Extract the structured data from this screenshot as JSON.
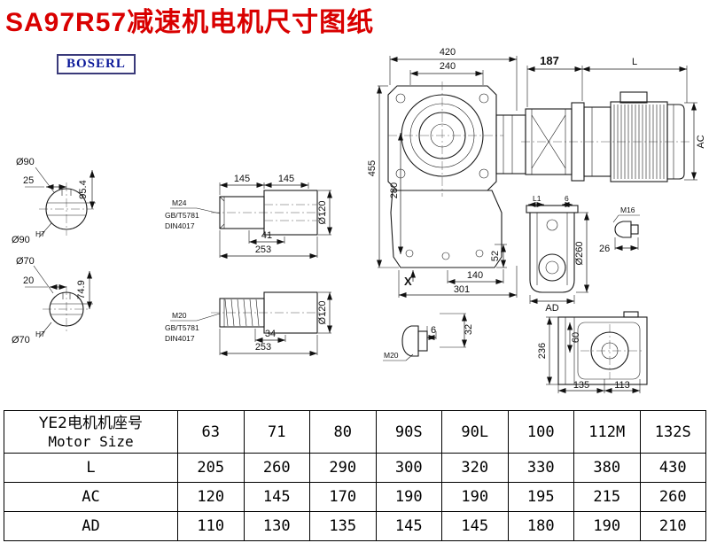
{
  "title": "SA97R57减速机电机尺寸图纸",
  "logo": "BOSERL",
  "drawing": {
    "s1_dia": "Ø90",
    "s1_len": "25",
    "s1_h": "95.4",
    "s1_bore": "Ø90",
    "s1_tol": "H7",
    "s2_dia": "Ø70",
    "s2_len": "20",
    "s2_h": "74.9",
    "s2_bore": "Ø70",
    "s2_tol": "H7",
    "sh1_seg1": "145",
    "sh1_seg2": "145",
    "sh1_dia": "Ø120",
    "sh1_thread": "M24",
    "sh1_std1": "GB/T5781",
    "sh1_std2": "DIN4017",
    "sh1_len": "41",
    "sh1_total": "253",
    "sh2_dia": "Ø120",
    "sh2_thread": "M20",
    "sh2_std1": "GB/T5781",
    "sh2_std2": "DIN4017",
    "sh2_len": "34",
    "sh2_total": "253",
    "gb_width": "420",
    "gb_flange": "240",
    "gb_height": "455",
    "gb_inner": "280",
    "gb_foot": "52",
    "gb_140": "140",
    "gb_301": "301",
    "gb_datum": "X",
    "mt_187": "187",
    "mt_L": "L",
    "mt_AC": "AC",
    "sv_L1": "L1",
    "sv_6": "6",
    "sv_M16": "M16",
    "sv_26": "26",
    "sv_d260": "Ø260",
    "sv_AD": "AD",
    "pl_6": "6",
    "pl_32": "32",
    "pl_M20": "M20",
    "br_236": "236",
    "br_60": "60",
    "br_135": "135",
    "br_113": "113"
  },
  "table": {
    "header_cn": "YE2电机机座号",
    "header_en": "Motor Size",
    "sizes": [
      "63",
      "71",
      "80",
      "90S",
      "90L",
      "100",
      "112M",
      "132S"
    ],
    "rows": [
      {
        "label": "L",
        "values": [
          "205",
          "260",
          "290",
          "300",
          "320",
          "330",
          "380",
          "430"
        ]
      },
      {
        "label": "AC",
        "values": [
          "120",
          "145",
          "170",
          "190",
          "190",
          "195",
          "215",
          "260"
        ]
      },
      {
        "label": "AD",
        "values": [
          "110",
          "130",
          "135",
          "145",
          "145",
          "180",
          "190",
          "210"
        ]
      }
    ]
  }
}
